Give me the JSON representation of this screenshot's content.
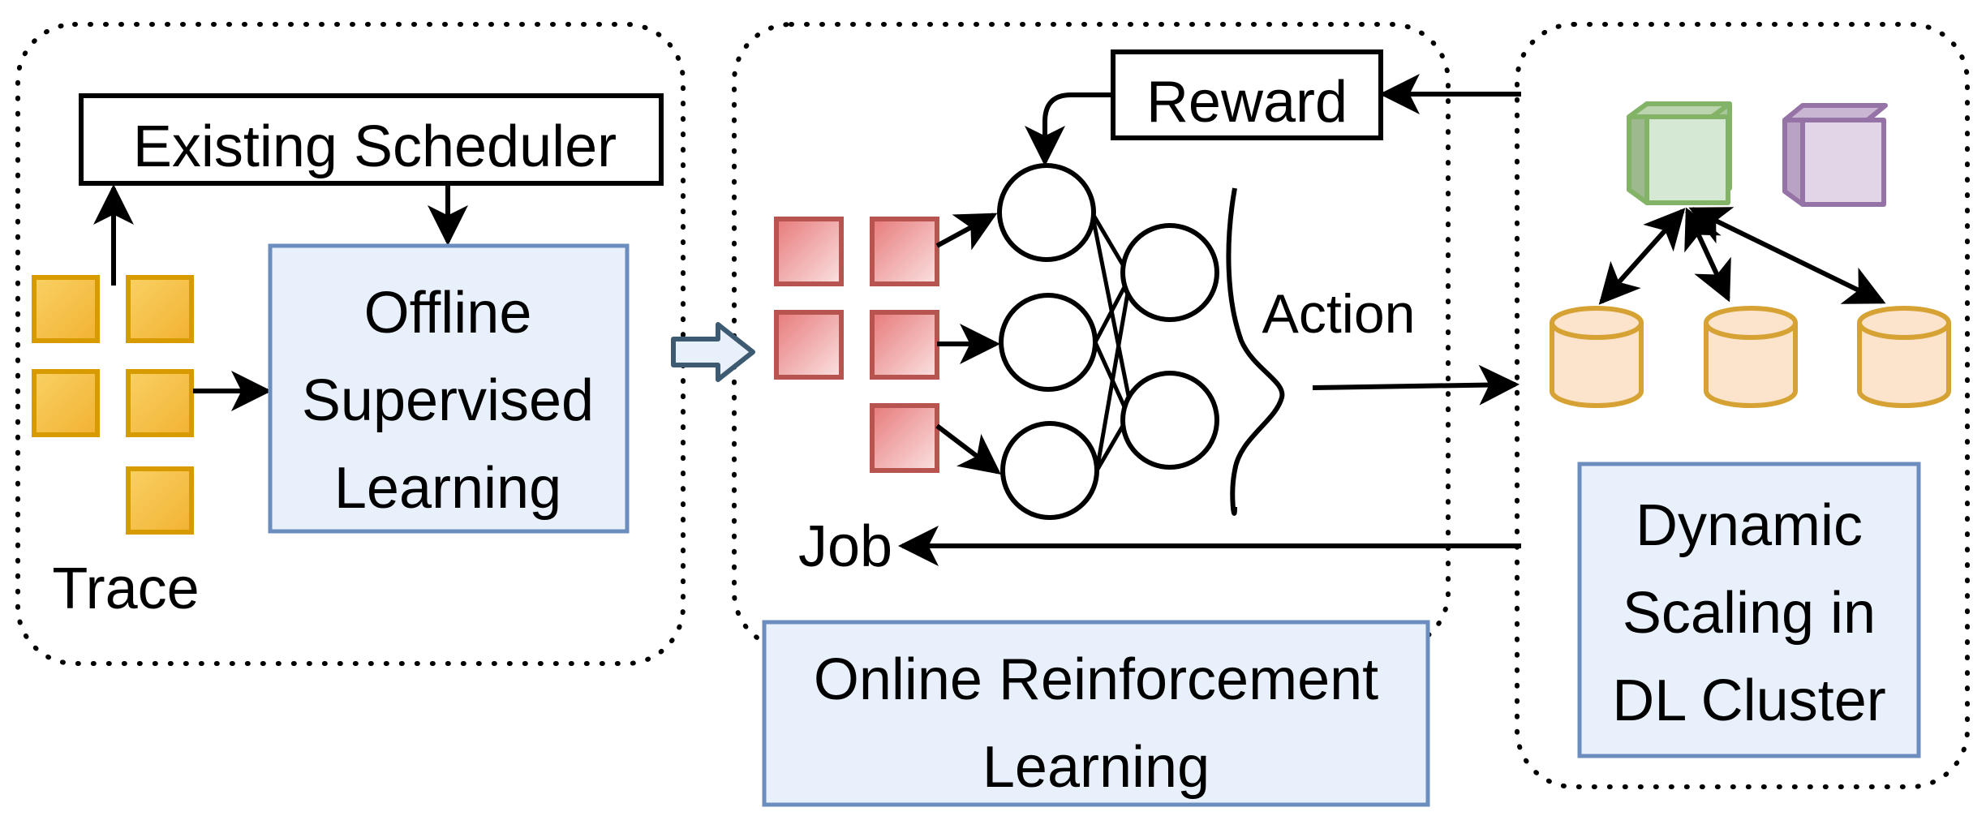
{
  "left_panel": {
    "scheduler_label": "Existing Scheduler",
    "trace_label": "Trace",
    "offline_box": [
      "Offline",
      "Supervised",
      "Learning"
    ]
  },
  "middle_panel": {
    "reward_label": "Reward",
    "action_label": "Action",
    "job_label": "Job",
    "online_box": [
      "Online Reinforcement",
      "Learning"
    ]
  },
  "right_panel": {
    "cluster_box": [
      "Dynamic",
      "Scaling in",
      "DL Cluster"
    ]
  },
  "colors": {
    "trace_square": "#f5c04a",
    "trace_border": "#d79b00",
    "job_square": "#e36d6d",
    "job_border": "#b85450",
    "box_fill": "#e8f0fb",
    "box_border": "#6c8ebf",
    "green_cube": "#d5e8d4",
    "green_border": "#82b366",
    "purple_cube": "#e1d5e7",
    "purple_border": "#9673a6",
    "db_fill": "#fbe3cc",
    "db_border": "#d6a234",
    "transition_arrow": "#5a7590"
  },
  "icons": [
    "trace-square-icon",
    "job-square-icon",
    "neuron-icon",
    "gpu-cube-icon",
    "database-icon",
    "transition-arrow-icon"
  ]
}
